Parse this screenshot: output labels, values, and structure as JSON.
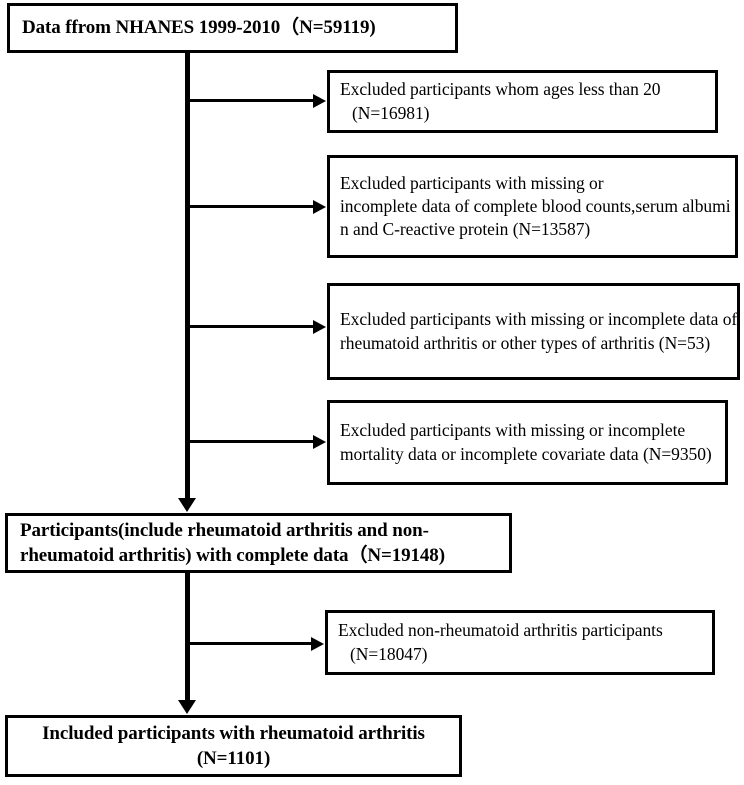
{
  "diagram": {
    "title": "NHANES participant selection flowchart",
    "type": "flowchart",
    "stroke_color": "#000000",
    "background_color": "#ffffff"
  },
  "nodes": {
    "source": {
      "label": "Data ffrom NHANES 1999-2010（N=59119)",
      "n": 59119
    },
    "eligible": {
      "line1": "Participants(include rheumatoid arthritis and non-",
      "line2": "rheumatoid arthritis) with complete data（N=19148)",
      "n": 19148
    },
    "included": {
      "line1": "Included participants with rheumatoid arthritis",
      "line2": "(N=1101)",
      "n": 1101
    }
  },
  "exclusions": [
    {
      "id": "age",
      "line1": "Excluded participants whom ages less than 20",
      "line2": "(N=16981)",
      "n": 16981
    },
    {
      "id": "labs",
      "line1": "Excluded participants with missing or",
      "line2": "incomplete data of complete blood counts,serum albumi",
      "line3": "n and C-reactive protein (N=13587)",
      "n": 13587
    },
    {
      "id": "arthritis",
      "line1": "Excluded participants with missing or incomplete data of",
      "line2": "rheumatoid arthritis or other types of arthritis (N=53)",
      "n": 53
    },
    {
      "id": "mortality",
      "line1": "Excluded participants with missing or incomplete",
      "line2": "mortality data or incomplete covariate data (N=9350)",
      "n": 9350
    },
    {
      "id": "non-ra",
      "line1": "Excluded non-rheumatoid arthritis participants",
      "line2": "(N=18047)",
      "n": 18047
    }
  ]
}
